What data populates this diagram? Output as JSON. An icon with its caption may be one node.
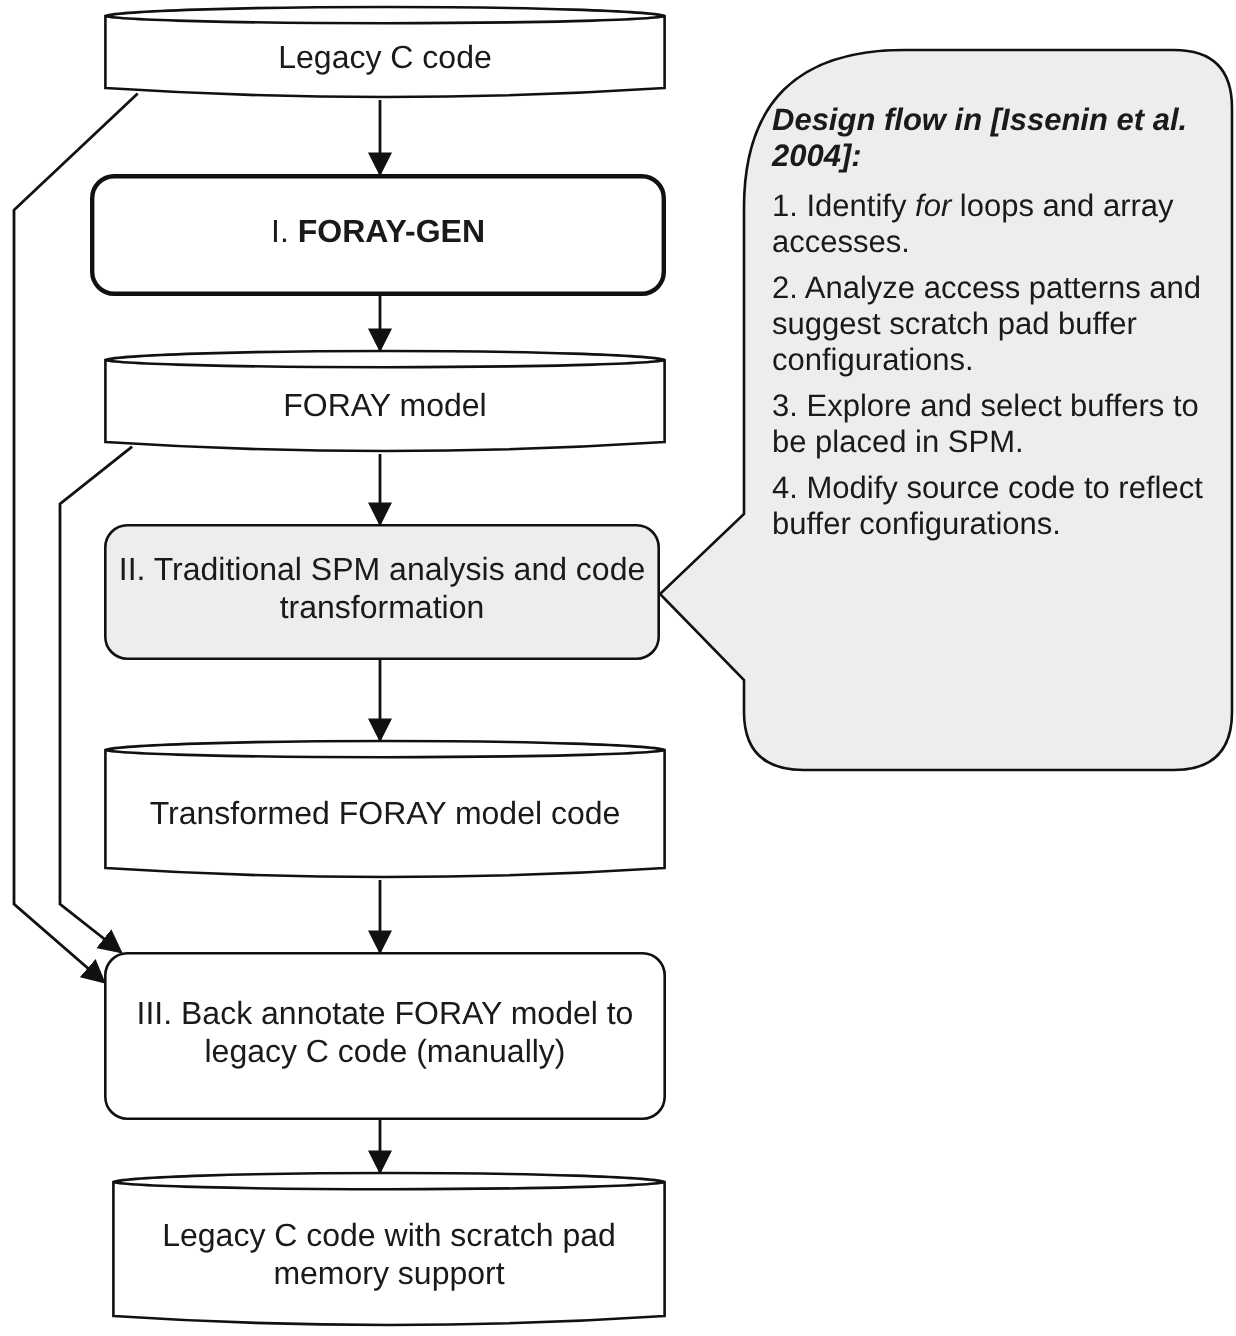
{
  "diagram": {
    "nodes": [
      {
        "text": [
          "Legacy C code"
        ]
      },
      {
        "text": [
          "I. **FORAY-GEN**"
        ]
      },
      {
        "text": [
          "FORAY model"
        ]
      },
      {
        "text": [
          "II. Traditional SPM analysis and code transformation"
        ]
      },
      {
        "text": [
          "Transformed FORAY model code"
        ]
      },
      {
        "text": [
          "III. Back annotate FORAY model to legacy C code (manually)"
        ]
      },
      {
        "text": [
          "Legacy C code with scratch pad memory support"
        ]
      },
      {
        "text": [
          "Design flow in [Issenin et al. 2004]:",
          "1. Identify *for* loops and array accesses.",
          "2. Analyze access patterns and suggest scratch pad buffer configurations.",
          "3. Explore and select buffers to be placed in SPM.",
          "4. Modify source code to reflect buffer configurations."
        ]
      }
    ],
    "edges": [
      {
        "from": 0,
        "to": 1,
        "arrow": "to"
      },
      {
        "from": 1,
        "to": 2,
        "arrow": "to"
      },
      {
        "from": 2,
        "to": 3,
        "arrow": "to"
      },
      {
        "from": 3,
        "to": 4,
        "arrow": "to"
      },
      {
        "from": 4,
        "to": 5,
        "arrow": "to"
      },
      {
        "from": 5,
        "to": 6,
        "arrow": "to"
      },
      {
        "from": 0,
        "to": 5,
        "arrow": "to"
      },
      {
        "from": 2,
        "to": 5,
        "arrow": "to"
      }
    ]
  }
}
